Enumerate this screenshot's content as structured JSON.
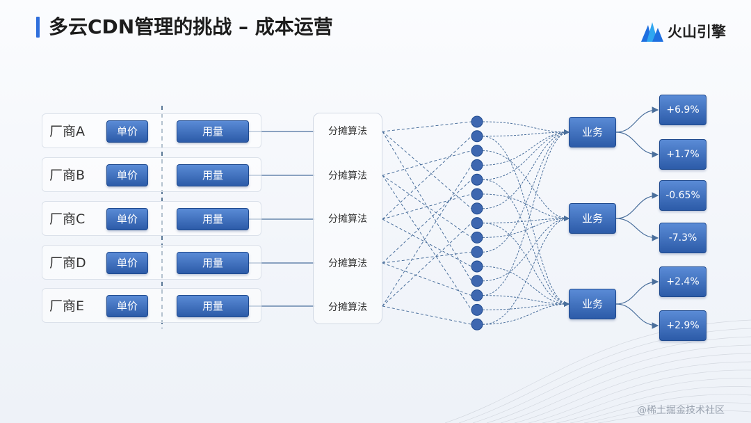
{
  "header": {
    "title": "多云CDN管理的挑战 – 成本运营",
    "logo_text": "火山引擎"
  },
  "vendors": [
    {
      "name": "厂商A",
      "price_label": "单价",
      "usage_label": "用量",
      "alloc_label": "分摊算法"
    },
    {
      "name": "厂商B",
      "price_label": "单价",
      "usage_label": "用量",
      "alloc_label": "分摊算法"
    },
    {
      "name": "厂商C",
      "price_label": "单价",
      "usage_label": "用量",
      "alloc_label": "分摊算法"
    },
    {
      "name": "厂商D",
      "price_label": "单价",
      "usage_label": "用量",
      "alloc_label": "分摊算法"
    },
    {
      "name": "厂商E",
      "price_label": "单价",
      "usage_label": "用量",
      "alloc_label": "分摊算法"
    }
  ],
  "businesses": [
    {
      "label": "业务",
      "changes": [
        "+6.9%",
        "+1.7%"
      ]
    },
    {
      "label": "业务",
      "changes": [
        "-0.65%",
        "-7.3%"
      ]
    },
    {
      "label": "业务",
      "changes": [
        "+2.4%",
        "+2.9%"
      ]
    }
  ],
  "watermark": "@稀土掘金技术社区",
  "colors": {
    "accent": "#2f6fdc",
    "button_top": "#5a8bd6",
    "button_bottom": "#2c5ba8",
    "connector": "#4a6f9c"
  }
}
